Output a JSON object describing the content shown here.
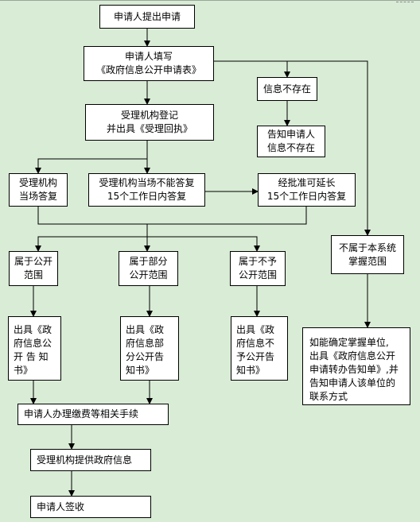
{
  "nodes": {
    "apply": "申请人提出申请",
    "fill_form": "申请人填写\n《政府信息公开申请表》",
    "info_not_exist": "信息不存在",
    "notify_not_exist": "告知申请人\n信息不存在",
    "register": "受理机构登记\n并出具《受理回执》",
    "answer_on_spot": "受理机构\n当场答复",
    "answer_15_days": "受理机构当场不能答复\n15个工作日内答复",
    "extension": "经批准可延长\n15个工作日内答复",
    "not_in_scope": "不属于本系统\n掌握范围",
    "public_scope": "属于公开\n范围",
    "partial_public": "属于部分\n公开范围",
    "not_public": "属于不予\n公开范围",
    "notice_public": "出具《政\n府信息公\n开 告 知\n书》",
    "notice_partial": "出具《政\n府信息部\n分公开告\n知书》",
    "notice_not_public": "出具《政\n府信息不\n予公开告\n知书》",
    "transfer_notice": "如能确定掌握单位,\n出具《政府信息公开\n申请转办告知单》,并\n告知申请人该单位的\n联系方式",
    "pay_fees": "申请人办理缴费等相关手续",
    "provide_info": "受理机构提供政府信息",
    "sign": "申请人签收"
  }
}
